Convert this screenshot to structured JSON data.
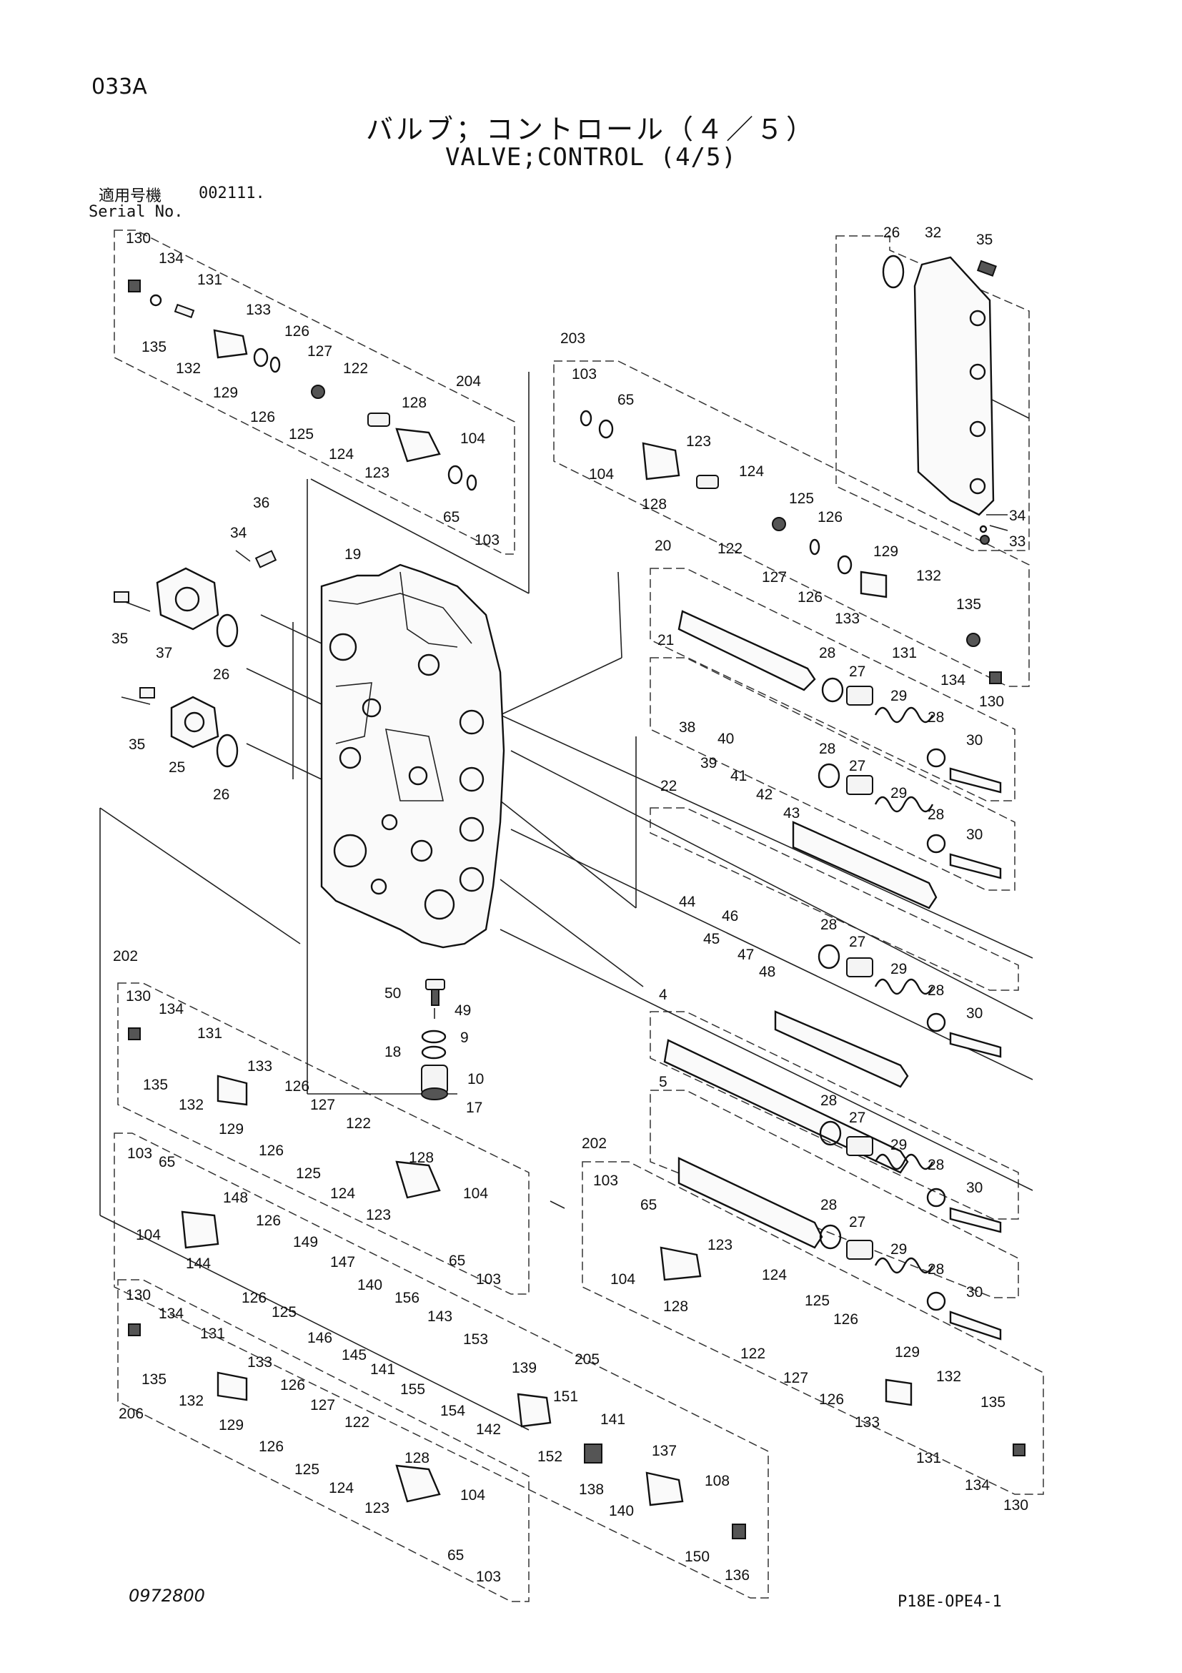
{
  "header": {
    "page_code": "033A",
    "title_jp": "バルブ；コントロール（４／５）",
    "title_en": "VALVE;CONTROL (4/5)",
    "serial_label_jp": "適用号機",
    "serial_number": "002111.",
    "serial_label_en": "Serial No."
  },
  "footer": {
    "document_number": "0972800",
    "figure_code": "P18E-OPE4-1"
  },
  "part_labels": {
    "l4": "4",
    "l5": "5",
    "l9": "9",
    "l10": "10",
    "l17": "17",
    "l18": "18",
    "l19": "19",
    "l20": "20",
    "l21": "21",
    "l22": "22",
    "l25": "25",
    "l26": "26",
    "l27": "27",
    "l28": "28",
    "l29": "29",
    "l30": "30",
    "l32": "32",
    "l33": "33",
    "l34": "34",
    "l35": "35",
    "l36": "36",
    "l37": "37",
    "l38": "38",
    "l39": "39",
    "l40": "40",
    "l41": "41",
    "l42": "42",
    "l43": "43",
    "l44": "44",
    "l45": "45",
    "l46": "46",
    "l47": "47",
    "l48": "48",
    "l49": "49",
    "l50": "50",
    "l65": "65",
    "l103": "103",
    "l104": "104",
    "l108": "108",
    "l122": "122",
    "l123": "123",
    "l124": "124",
    "l125": "125",
    "l126": "126",
    "l127": "127",
    "l128": "128",
    "l129": "129",
    "l130": "130",
    "l131": "131",
    "l132": "132",
    "l133": "133",
    "l134": "134",
    "l135": "135",
    "l136": "136",
    "l137": "137",
    "l138": "138",
    "l139": "139",
    "l140": "140",
    "l141": "141",
    "l142": "142",
    "l143": "143",
    "l144": "144",
    "l145": "145",
    "l146": "146",
    "l147": "147",
    "l148": "148",
    "l149": "149",
    "l150": "150",
    "l151": "151",
    "l152": "152",
    "l153": "153",
    "l154": "154",
    "l155": "155",
    "l156": "156",
    "l202": "202",
    "l203": "203",
    "l204": "204",
    "l205": "205",
    "l206": "206"
  }
}
